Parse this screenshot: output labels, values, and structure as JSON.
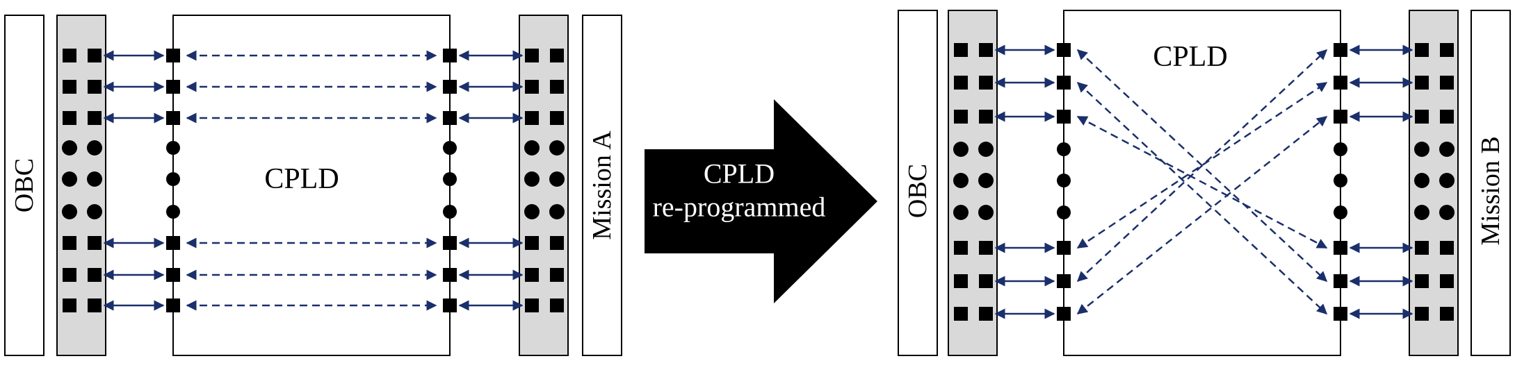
{
  "left_panel": {
    "obc_label": "OBC",
    "cpld_label": "CPLD",
    "mission_label": "Mission A",
    "routing": [
      [
        0,
        0
      ],
      [
        1,
        1
      ],
      [
        2,
        2
      ],
      [
        3,
        3
      ],
      [
        4,
        4
      ],
      [
        5,
        5
      ]
    ]
  },
  "transition_arrow": {
    "line1": "CPLD",
    "line2": "re-programmed"
  },
  "right_panel": {
    "obc_label": "OBC",
    "cpld_label": "CPLD",
    "mission_label": "Mission B",
    "routing": [
      [
        0,
        4
      ],
      [
        1,
        5
      ],
      [
        2,
        3
      ],
      [
        3,
        1
      ],
      [
        4,
        0
      ],
      [
        5,
        2
      ]
    ]
  },
  "colors": {
    "arrow": "#1a2f6b",
    "connector_fill": "#d9d9d9",
    "pin": "#000000"
  }
}
